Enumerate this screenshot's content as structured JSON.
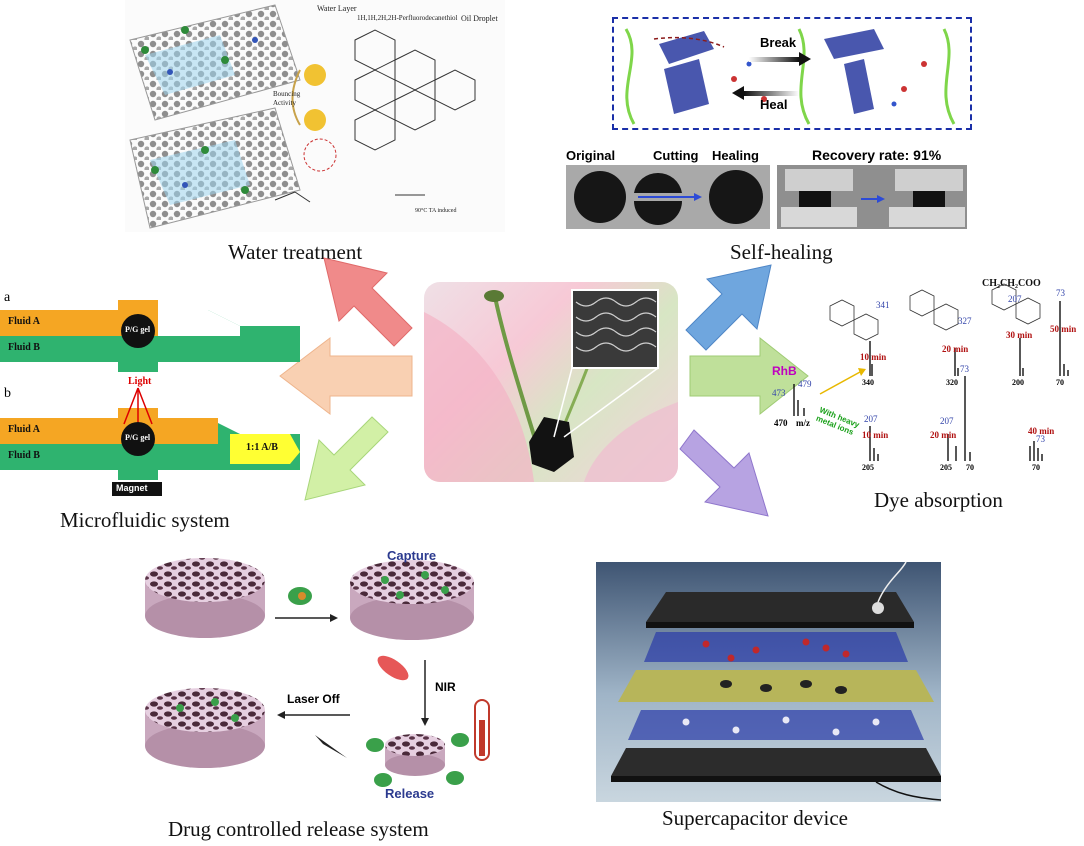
{
  "captions": {
    "water_treatment": "Water treatment",
    "self_healing": "Self-healing",
    "microfluidic": "Microfluidic system",
    "dye_absorption": "Dye absorption",
    "drug_release": "Drug controlled release system",
    "supercapacitor": "Supercapacitor device"
  },
  "water_treatment_panel": {
    "legend_water_layer": "Water Layer",
    "legend_thiol": "1H,1H,2H,2H-Perfluorodecanethiol",
    "legend_oil": "Oil Droplet",
    "bouncing": "Bouncing Activity",
    "reaction_condition": "90°C TA induced"
  },
  "self_healing_panel": {
    "break": "Break",
    "heal": "Heal",
    "original": "Original",
    "cutting": "Cutting",
    "healing": "Healing",
    "recovery": "Recovery rate: 91%"
  },
  "microfluidic_panel": {
    "label_a": "a",
    "label_b": "b",
    "fluid_a": "Fluid A",
    "fluid_b": "Fluid B",
    "gel": "P/G gel",
    "light": "Light",
    "ratio": "1:1 A/B",
    "magnet": "Magnet"
  },
  "dye_panel": {
    "rhb": "RhB",
    "with_metal": "With heavy metal ions",
    "formula": "CH₂CH₂COO",
    "mz_479": "479",
    "mz_473": "473",
    "mz_470": "470",
    "mz_unit": "m/z",
    "top_peaks": [
      "341",
      "327",
      "207",
      "73"
    ],
    "top_times": [
      "10 min",
      "20 min",
      "30 min",
      "50 min"
    ],
    "top_axis": [
      "340",
      "320",
      "200",
      "70"
    ],
    "bottom_peaks": [
      "207",
      "207",
      "73",
      "73"
    ],
    "bottom_times": [
      "10 min",
      "20 min",
      "40 min"
    ],
    "bottom_axis": [
      "205",
      "205",
      "70",
      "70"
    ]
  },
  "drug_panel": {
    "capture": "Capture",
    "nir": "NIR",
    "laser_off": "Laser Off",
    "release": "Release"
  },
  "colors": {
    "arrow_red": "#f08a8a",
    "arrow_blue": "#5b9bd5",
    "arrow_peach": "#f8c9a8",
    "arrow_green": "#b8dc90",
    "arrow_lime": "#cdeca0",
    "arrow_purple": "#a690d8",
    "fluid_orange": "#f5a623",
    "fluid_green": "#2fb36f"
  }
}
